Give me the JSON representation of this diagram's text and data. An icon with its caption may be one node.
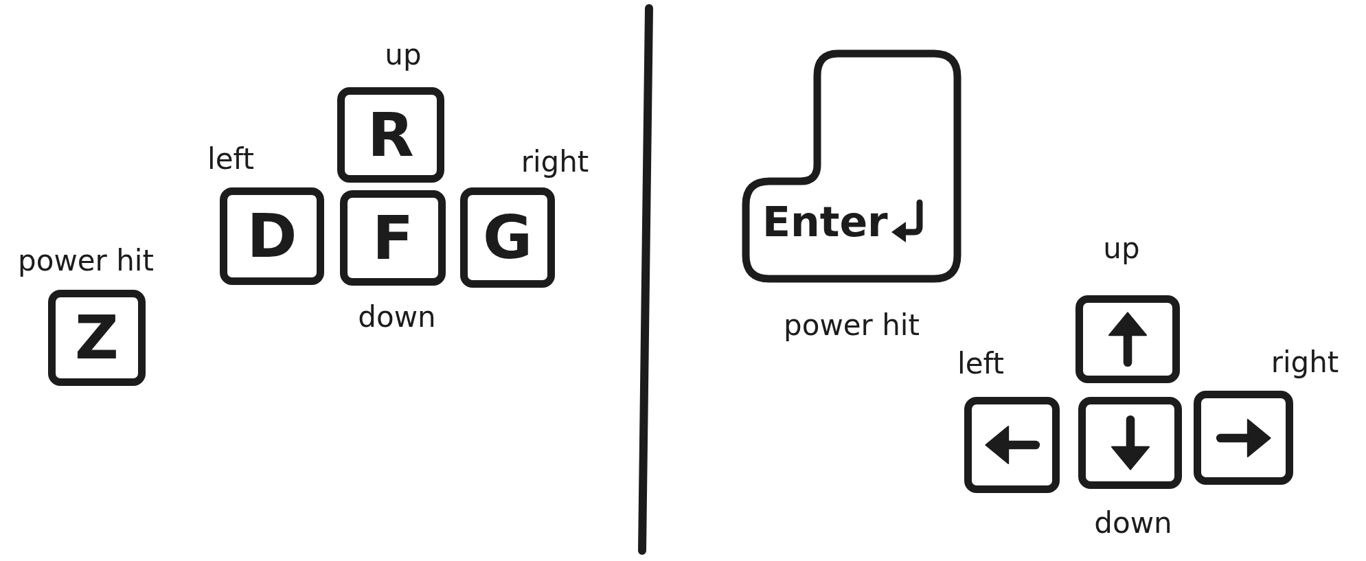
{
  "diagram": {
    "nodes": [
      {
        "text": [
          "R"
        ],
        "beside": [
          "up"
        ]
      },
      {
        "text": [
          "D"
        ],
        "beside": [
          "left"
        ]
      },
      {
        "text": [
          "F"
        ],
        "beside": [
          "down"
        ]
      },
      {
        "text": [
          "G"
        ],
        "beside": [
          "right"
        ]
      },
      {
        "text": [
          "Z"
        ],
        "beside": [
          "power hit"
        ]
      },
      {
        "text": [
          "Enter"
        ],
        "beside": [
          "power hit"
        ]
      },
      {
        "text": [],
        "shape": "box",
        "beside": [
          "up"
        ]
      },
      {
        "text": [],
        "shape": "box",
        "beside": [
          "left"
        ]
      },
      {
        "text": [],
        "shape": "box",
        "beside": [
          "down"
        ]
      },
      {
        "text": [],
        "shape": "box",
        "beside": [
          "right"
        ]
      }
    ]
  }
}
